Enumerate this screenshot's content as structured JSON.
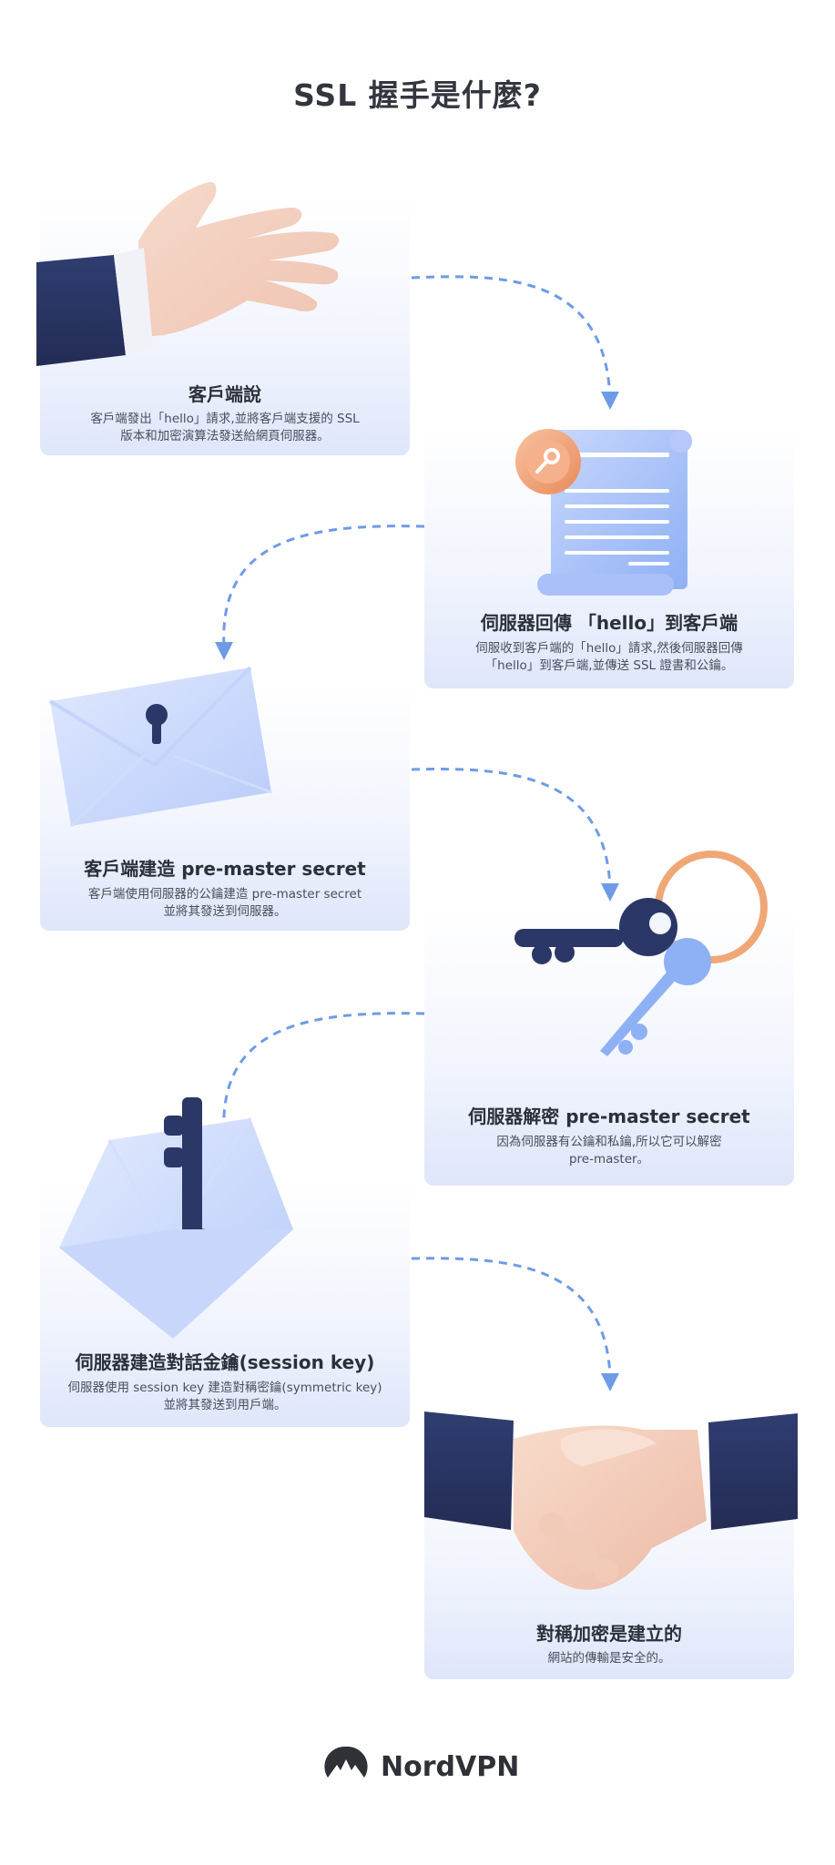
{
  "title": "SSL 握手是什麼?",
  "steps": [
    {
      "title": "客戶端說",
      "desc_line1": "客戶端發出「hello」請求,並將客戶端支援的 SSL",
      "desc_line2": "版本和加密演算法發送給網頁伺服器。"
    },
    {
      "title": "伺服器回傳 「hello」到客戶端",
      "desc_line1": "伺服收到客戶端的「hello」請求,然後伺服器回傳",
      "desc_line2": "「hello」到客戶端,並傳送 SSL 證書和公鑰。"
    },
    {
      "title": "客戶端建造 pre-master secret",
      "desc_line1": "客戶端使用伺服器的公鑰建造 pre-master secret",
      "desc_line2": "並將其發送到伺服器。"
    },
    {
      "title": "伺服器解密 pre-master secret",
      "desc_line1": "因為伺服器有公鑰和私鑰,所以它可以解密",
      "desc_line2": "pre-master。"
    },
    {
      "title": "伺服器建造對話金鑰(session key)",
      "desc_line1": "伺服器使用 session key 建造對稱密鑰(symmetric key)",
      "desc_line2": "並將其發送到用戶端。"
    },
    {
      "title": "對稱加密是建立的",
      "desc_line1": "網站的傳輸是安全的。",
      "desc_line2": ""
    }
  ],
  "brand": {
    "name": "NordVPN",
    "logo_icon": "nordvpn-mountain-logo-icon"
  },
  "colors": {
    "navy": "#2b3766",
    "light_blue": "#c6d4fb",
    "arrow": "#6e9be6",
    "skin": "#f4d2c2",
    "orange": "#ef9f6c"
  }
}
